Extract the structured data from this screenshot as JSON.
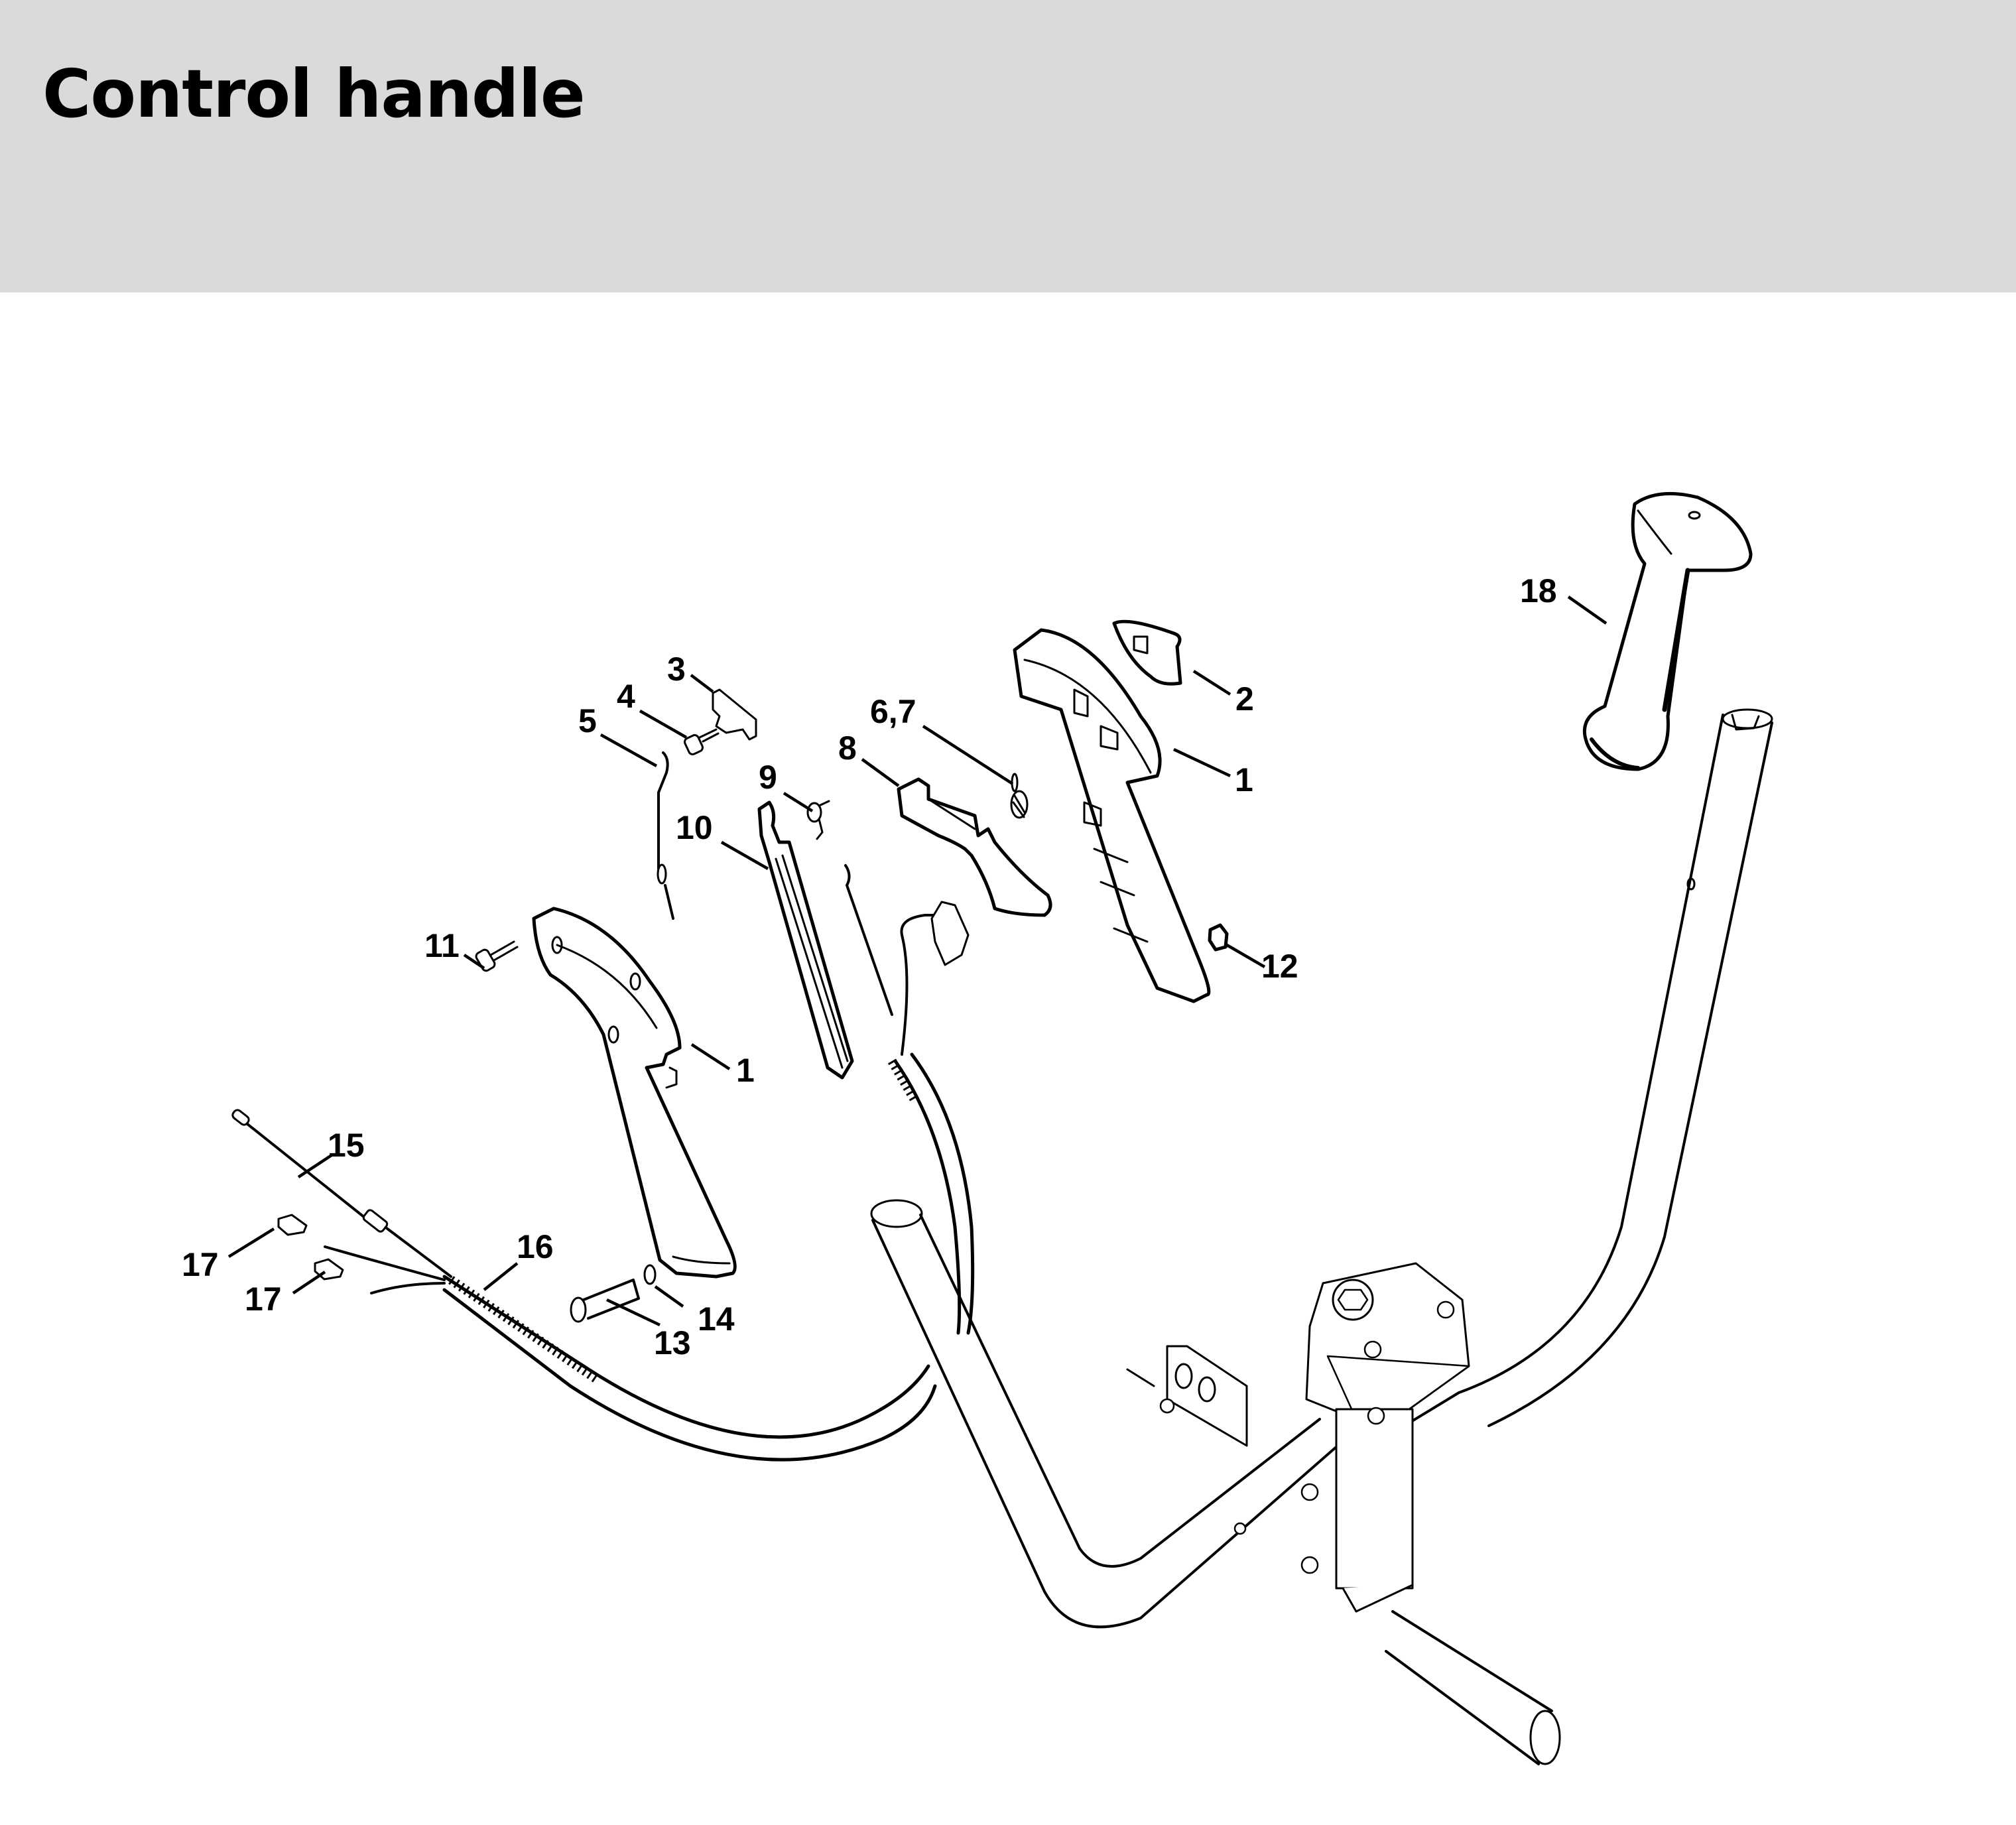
{
  "header": {
    "title": "Control handle",
    "background_color": "#d9dbda"
  },
  "diagram": {
    "type": "exploded-parts-view",
    "callouts": [
      {
        "id": "c18",
        "label": "18",
        "part": "handle-grip"
      },
      {
        "id": "c3",
        "label": "3",
        "part": "lock-lever"
      },
      {
        "id": "c2",
        "label": "2",
        "part": "slide-control"
      },
      {
        "id": "c4",
        "label": "4",
        "part": "screw-small"
      },
      {
        "id": "c67",
        "label": "6,7",
        "part": "spring-pair"
      },
      {
        "id": "c5",
        "label": "5",
        "part": "throttle-rod"
      },
      {
        "id": "c8",
        "label": "8",
        "part": "throttle-trigger"
      },
      {
        "id": "c1a",
        "label": "1",
        "part": "handle-housing-right"
      },
      {
        "id": "c9",
        "label": "9",
        "part": "torsion-spring"
      },
      {
        "id": "c10",
        "label": "10",
        "part": "interlock-lever"
      },
      {
        "id": "c11",
        "label": "11",
        "part": "screw"
      },
      {
        "id": "c12",
        "label": "12",
        "part": "nut"
      },
      {
        "id": "c1b",
        "label": "1",
        "part": "handle-housing-left"
      },
      {
        "id": "c15",
        "label": "15",
        "part": "throttle-cable"
      },
      {
        "id": "c16",
        "label": "16",
        "part": "cable-hose"
      },
      {
        "id": "c17a",
        "label": "17",
        "part": "terminal-connector"
      },
      {
        "id": "c17b",
        "label": "17",
        "part": "terminal-connector"
      },
      {
        "id": "c14",
        "label": "14",
        "part": "washer"
      },
      {
        "id": "c13",
        "label": "13",
        "part": "bolt"
      }
    ]
  }
}
